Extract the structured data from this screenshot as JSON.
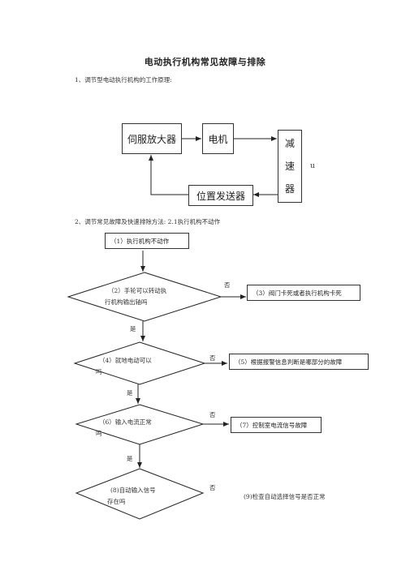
{
  "document": {
    "title": "电动执行机构常见故障与排除",
    "section1": "1、调节型电动执行机构的工作原理:",
    "section2": "2、调节常见故障及快速排除方法: 2.1执行机构不动作"
  },
  "block_diagram": {
    "servo_amp": "伺服放大器",
    "motor": "电机",
    "reducer_chars": [
      "减",
      "速",
      "器"
    ],
    "position_tx": "位置发送器",
    "side_mark": "u"
  },
  "flowchart": {
    "step1": "（1）执行机构不动作",
    "q2_line1": "（2）手轮可以转动执",
    "q2_line2": "行机构输出轴吗",
    "r3": "（3）阀门卡死或者执行机构卡死",
    "q4_line1": "（4）就地电动可以",
    "q4_line2": "吗",
    "r5": "（5）根据报警信息判断是哪部分的故障",
    "q6_line1": "（6）输入电流正常",
    "q6_line2": "吗",
    "r7": "（7）控制室电流信号故障",
    "q8_line1": "(8)自动输入信号",
    "q8_line2": "存在吗",
    "r9": "(9)检查自动选择信号是否正常",
    "no_label": "否",
    "yes_label": "是"
  }
}
